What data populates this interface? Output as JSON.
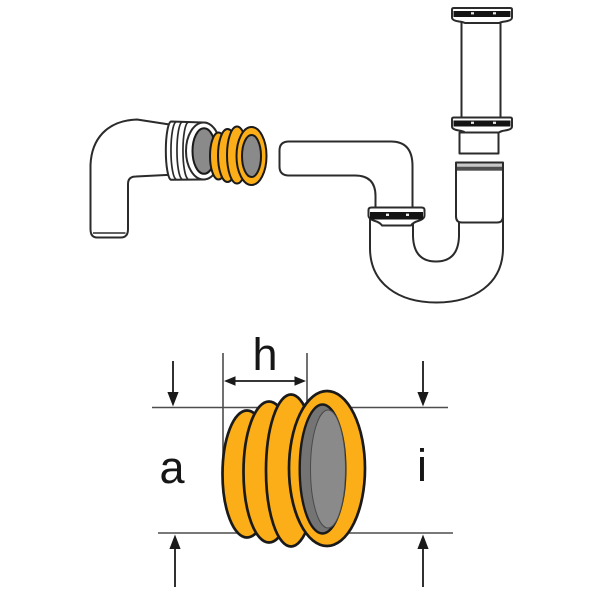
{
  "figure": {
    "description": "Exploded view of a drain elbow, orange rubber reducing gasket and P-trap siphon, with enlarged gasket dimension drawing below"
  },
  "labels": {
    "h": "h",
    "a": "a",
    "i": "i"
  },
  "colors": {
    "background": "#ffffff",
    "gasket-orange": "#fbae17",
    "bore-gray": "#8a8a8a",
    "bore-gray-dark": "#747474",
    "outline-black": "#1a1a1a",
    "pipe-outline": "#2b2b2b",
    "dim-line-gray": "#4d4d4d",
    "band-dark": "#141414",
    "socket-band-light": "#c9c9c9",
    "socket-band-dark": "#4f4f4f"
  }
}
